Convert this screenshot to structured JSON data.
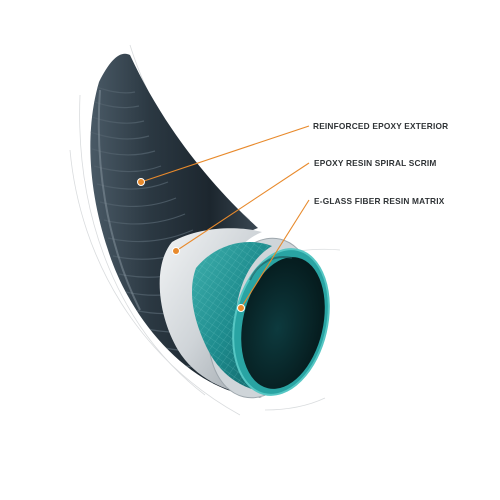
{
  "labels": [
    "REINFORCED EPOXY EXTERIOR",
    "EPOXY RESIN SPIRAL SCRIM",
    "E-GLASS FIBER RESIN MATRIX"
  ],
  "colors": {
    "leader_line": "#e88a2c",
    "exterior": "#2a3640",
    "scrim": "#d6dadd",
    "fiber_matrix": "#1f8e8f",
    "inner_bore": "#0a2f32"
  }
}
